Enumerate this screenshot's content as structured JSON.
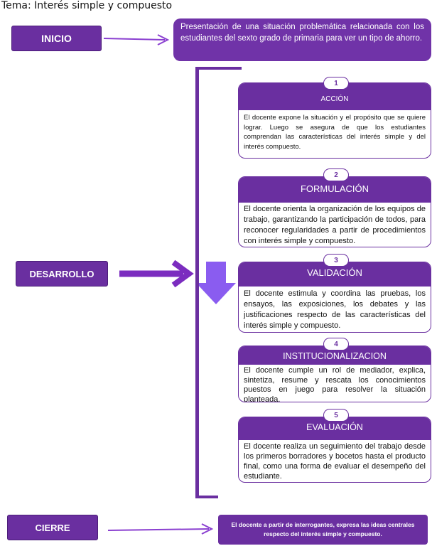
{
  "title": "Tema: Interés simple y compuesto",
  "inicio": {
    "label": "INICIO",
    "text": "Presentación de una situación problemática relacionada con los estudiantes del sexto grado de primaria para ver un tipo de ahorro."
  },
  "desarrollo": {
    "label": "DESARROLLO",
    "stages": [
      {
        "number": "1",
        "title": "ACCIÓN",
        "text": "El docente expone la situación y el propósito que se quiere lograr. Luego se asegura de que los estudiantes comprendan las características del interés simple y del interés compuesto."
      },
      {
        "number": "2",
        "title": "FORMULACIÓN",
        "text": "El docente orienta la organización de los equipos de trabajo, garantizando la participación de todos, para reconocer regularidades a partir de procedimientos con interés simple y compuesto."
      },
      {
        "number": "3",
        "title": "VALIDACIÓN",
        "text": "El docente estimula y coordina las pruebas, los ensayos, las exposiciones, los debates y las justificaciones respecto de las características del interés simple y compuesto."
      },
      {
        "number": "4",
        "title": "INSTITUCIONALIZACION",
        "text": "El docente cumple un rol de mediador, explica, sintetiza, resume y rescata los conocimientos puestos en juego para resolver la situación planteada."
      },
      {
        "number": "5",
        "title": "EVALUACIÓN",
        "text": "El docente realiza un seguimiento del trabajo desde los primeros borradores y bocetos hasta el producto final, como una forma de evaluar el desempeño del estudiante."
      }
    ]
  },
  "cierre": {
    "label": "CIERRE",
    "text": "El docente a partir de interrogantes, expresa las ideas centrales respecto del interés simple y compuesto."
  },
  "colors": {
    "primary": "#6a2fa0",
    "arrow": "#7b2cbf",
    "down_arrow": "#8a5cf0"
  }
}
